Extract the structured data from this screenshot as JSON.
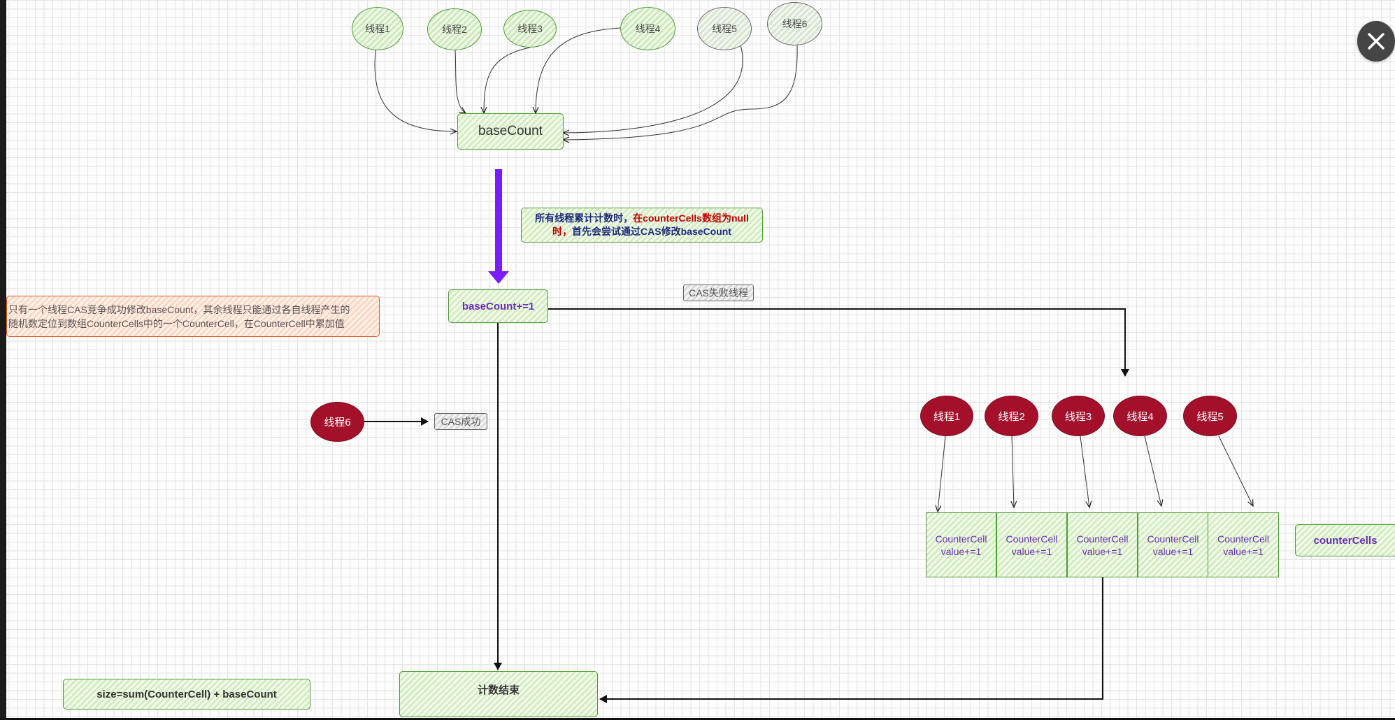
{
  "threads_top": [
    "线程1",
    "线程2",
    "线程3",
    "线程4",
    "线程5",
    "线程6"
  ],
  "base_count": "baseCount",
  "note_blue": {
    "part1": "所有线程累计计数时，",
    "part2": "在counterCells数组为null",
    "part3": "时，",
    "part4": "首先会尝试通过CAS修改baseCount"
  },
  "base_count_inc": "baseCount+=1",
  "cas_fail_label": "CAS失败线程",
  "orange_note": {
    "line1": "只有一个线程CAS竞争成功修改baseCount，其余线程只能通过各自线程产生的",
    "line2": "随机数定位到数组CounterCells中的一个CounterCell，在CounterCell中累加值"
  },
  "thread6_label": "线程6",
  "cas_success_label": "CAS成功",
  "threads_red": [
    "线程1",
    "线程2",
    "线程3",
    "线程4",
    "线程5"
  ],
  "cells": [
    {
      "name": "CounterCell",
      "value": "value+=1"
    },
    {
      "name": "CounterCell",
      "value": "value+=1"
    },
    {
      "name": "CounterCell",
      "value": "value+=1"
    },
    {
      "name": "CounterCell",
      "value": "value+=1"
    },
    {
      "name": "CounterCell",
      "value": "value+=1"
    }
  ],
  "counter_cells_label": "counterCells",
  "size_formula": "size=sum(CounterCell) + baseCount",
  "end_label": "计数结束",
  "colors": {
    "green_border": "#4f9a3a",
    "red_thread": "#a4102a",
    "purple_arrow": "#7a1cff",
    "purple_text": "#6a2fb5",
    "orange_border": "#e0582a",
    "navy_text": "#1f2a7a",
    "dark_red_text": "#c00000"
  },
  "icons": {
    "close": "close-icon"
  }
}
